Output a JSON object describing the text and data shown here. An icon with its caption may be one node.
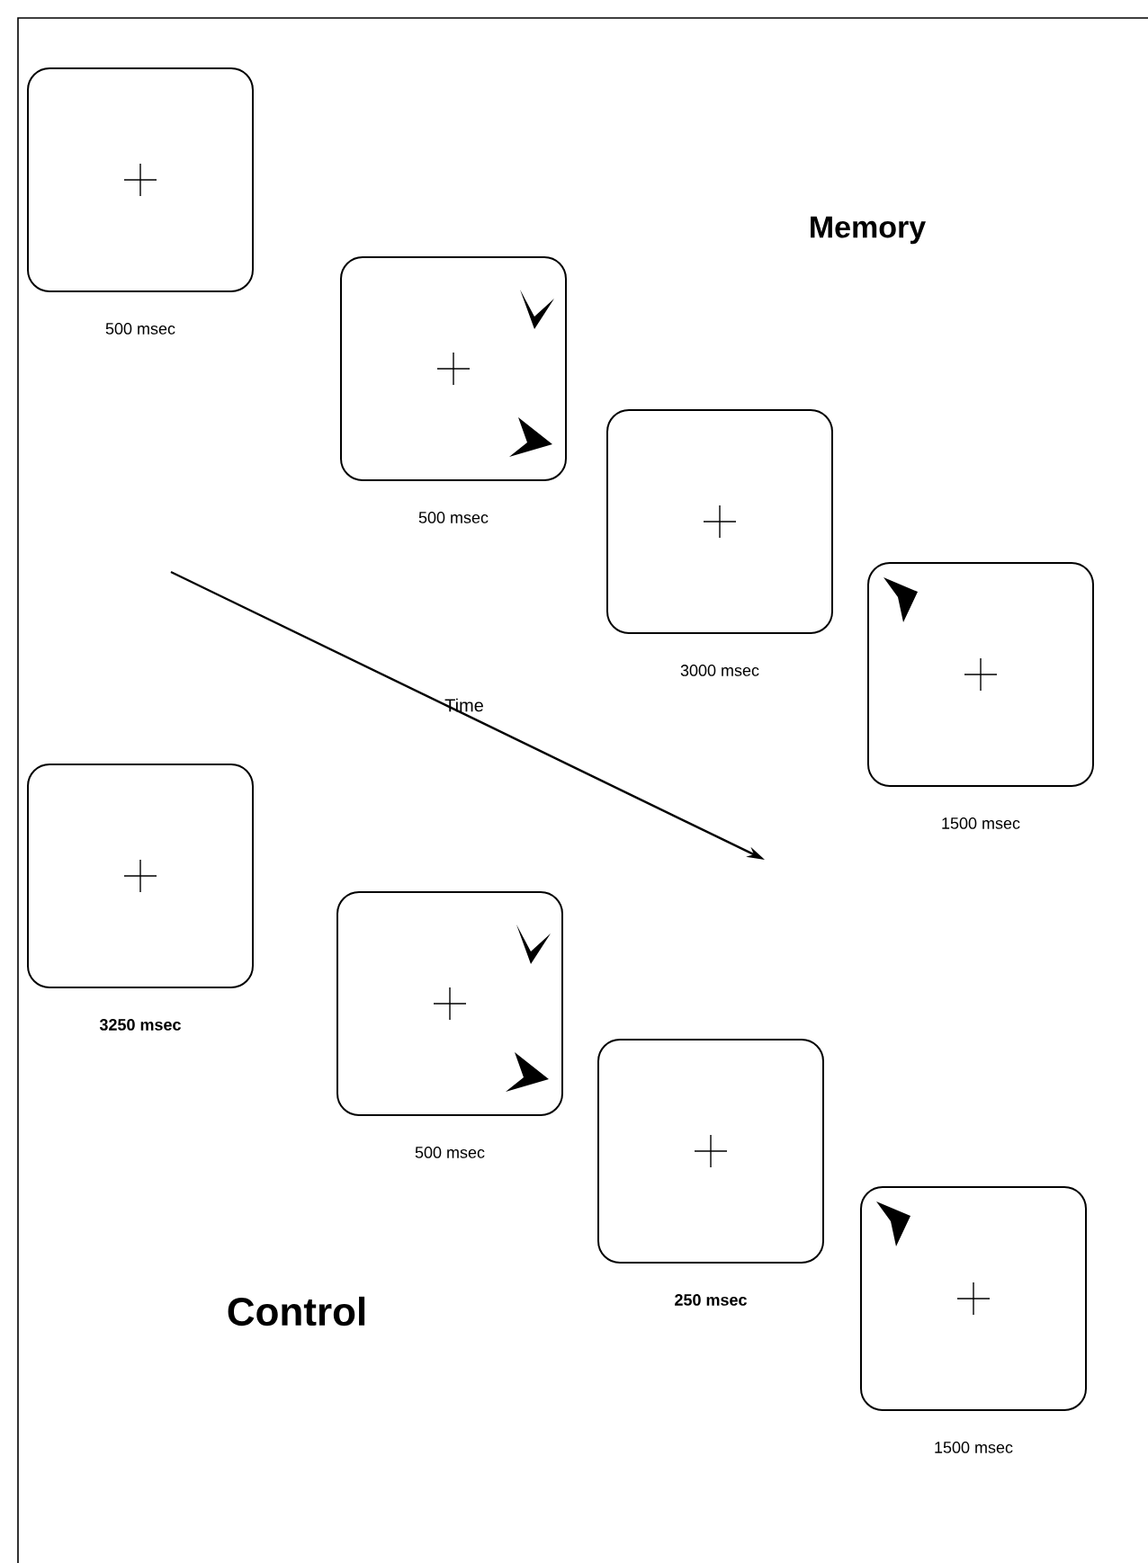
{
  "diagram": {
    "nodes": [
      {
        "text": [],
        "shape": "box",
        "beside": [
          "500 msec"
        ]
      },
      {
        "text": [],
        "shape": "box",
        "beside": [
          "500 msec"
        ]
      },
      {
        "text": [],
        "shape": "box",
        "beside": [
          "3000 msec"
        ]
      },
      {
        "text": [],
        "shape": "box",
        "beside": [
          "1500 msec"
        ]
      },
      {
        "text": [],
        "shape": "box",
        "beside": [
          "3250  msec"
        ]
      },
      {
        "text": [],
        "shape": "box",
        "beside": [
          "500 msec"
        ]
      },
      {
        "text": [],
        "shape": "box",
        "beside": [
          "250  msec"
        ]
      },
      {
        "text": [],
        "shape": "box",
        "beside": [
          "1500 msec"
        ]
      }
    ],
    "labels": [
      "Memory",
      "Time",
      "Control"
    ]
  }
}
